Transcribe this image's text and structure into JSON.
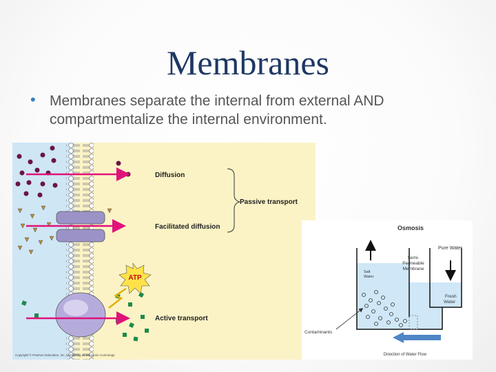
{
  "slide": {
    "title": "Membranes",
    "bullet": "Membranes separate the internal from external AND compartmentalize the internal environment."
  },
  "transport_figure": {
    "diffusion_label": "Diffusion",
    "facilitated_label": "Facilitated diffusion",
    "active_label": "Active transport",
    "passive_label": "Passive transport",
    "atp_label": "ATP",
    "copyright": "Copyright © Pearson Education, Inc., publishing as Benjamin Cummings."
  },
  "osmosis_figure": {
    "title": "Osmosis",
    "pure_water": "Pure Water",
    "salt_water_line1": "Salt",
    "salt_water_line2": "Water",
    "membrane_line1": "Semi-",
    "membrane_line2": "Permeable",
    "membrane_line3": "Membrane",
    "fresh_water_line1": "Fresh",
    "fresh_water_line2": "Water",
    "contaminants": "Contaminants",
    "flow_direction": "Direction of Water Flow"
  },
  "colors": {
    "title": "#1f3864",
    "outside_fluid": "#cfe6f5",
    "inside_cell": "#fbf3c6",
    "arrow": "#e0127a",
    "protein": "#9b93c8",
    "diffusion_molecule": "#6b1445",
    "facilitated_molecule": "#b98a3a",
    "active_molecule": "#1f8a4a"
  }
}
